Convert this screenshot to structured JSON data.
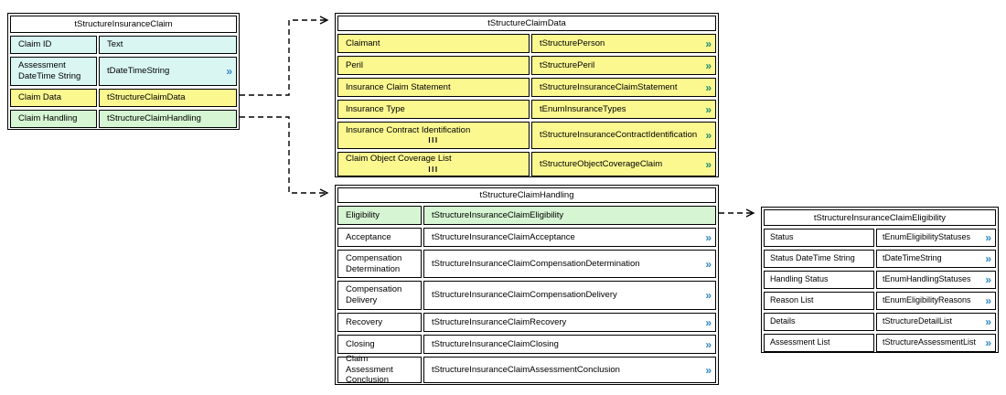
{
  "colors": {
    "row_cyan": "#d9f6f3",
    "row_yellow": "#fbf890",
    "row_green": "#d6f5d3",
    "row_white": "#ffffff",
    "chevron_blue": "#2e86c1",
    "chevron_teal": "#1f8a70",
    "border": "#000000",
    "connector": "#000000"
  },
  "icons": {
    "expand_chevron": "»",
    "multiplicity_bars": "III"
  },
  "tables": {
    "insurance_claim": {
      "title": "tStructureInsuranceClaim",
      "rows": [
        {
          "name": "Claim ID",
          "type": "Text"
        },
        {
          "name": "Assessment DateTime String",
          "type": "tDateTimeString"
        },
        {
          "name": "Claim Data",
          "type": "tStructureClaimData"
        },
        {
          "name": "Claim Handling",
          "type": "tStructureClaimHandling"
        }
      ]
    },
    "claim_data": {
      "title": "tStructureClaimData",
      "rows": [
        {
          "name": "Claimant",
          "type": "tStructurePerson"
        },
        {
          "name": "Peril",
          "type": "tStructurePeril"
        },
        {
          "name": "Insurance Claim Statement",
          "type": "tStructureInsuranceClaimStatement"
        },
        {
          "name": "Insurance Type",
          "type": "tEnumInsuranceTypes"
        },
        {
          "name": "Insurance Contract Identification",
          "type": "tStructureInsuranceContractIdentification"
        },
        {
          "name": "Claim Object Coverage List",
          "type": "tStructureObjectCoverageClaim"
        }
      ]
    },
    "claim_handling": {
      "title": "tStructureClaimHandling",
      "rows": [
        {
          "name": "Eligibility",
          "type": "tStructureInsuranceClaimEligibility"
        },
        {
          "name": "Acceptance",
          "type": "tStructureInsuranceClaimAcceptance"
        },
        {
          "name": "Compensation Determination",
          "type": "tStructureInsuranceClaimCompensationDetermination"
        },
        {
          "name": "Compensation Delivery",
          "type": "tStructureInsuranceClaimCompensationDelivery"
        },
        {
          "name": "Recovery",
          "type": "tStructureInsuranceClaimRecovery"
        },
        {
          "name": "Closing",
          "type": "tStructureInsuranceClaimClosing"
        },
        {
          "name": "Claim Assessment Conclusion",
          "type": "tStructureInsuranceClaimAssessmentConclusion"
        }
      ]
    },
    "claim_eligibility": {
      "title": "tStructureInsuranceClaimEligibility",
      "rows": [
        {
          "name": "Status",
          "type": "tEnumEligibilityStatuses"
        },
        {
          "name": "Status DateTime String",
          "type": "tDateTimeString"
        },
        {
          "name": "Handling Status",
          "type": "tEnumHandlingStatuses"
        },
        {
          "name": "Reason List",
          "type": "tEnumEligibilityReasons"
        },
        {
          "name": "Details",
          "type": "tStructureDetailList"
        },
        {
          "name": "Assessment List",
          "type": "tStructureAssessmentList"
        }
      ]
    }
  },
  "connectors": [
    {
      "from": "Claim Data",
      "to": "tStructureClaimData"
    },
    {
      "from": "Claim Handling",
      "to": "tStructureClaimHandling"
    },
    {
      "from": "Eligibility",
      "to": "tStructureInsuranceClaimEligibility"
    }
  ]
}
